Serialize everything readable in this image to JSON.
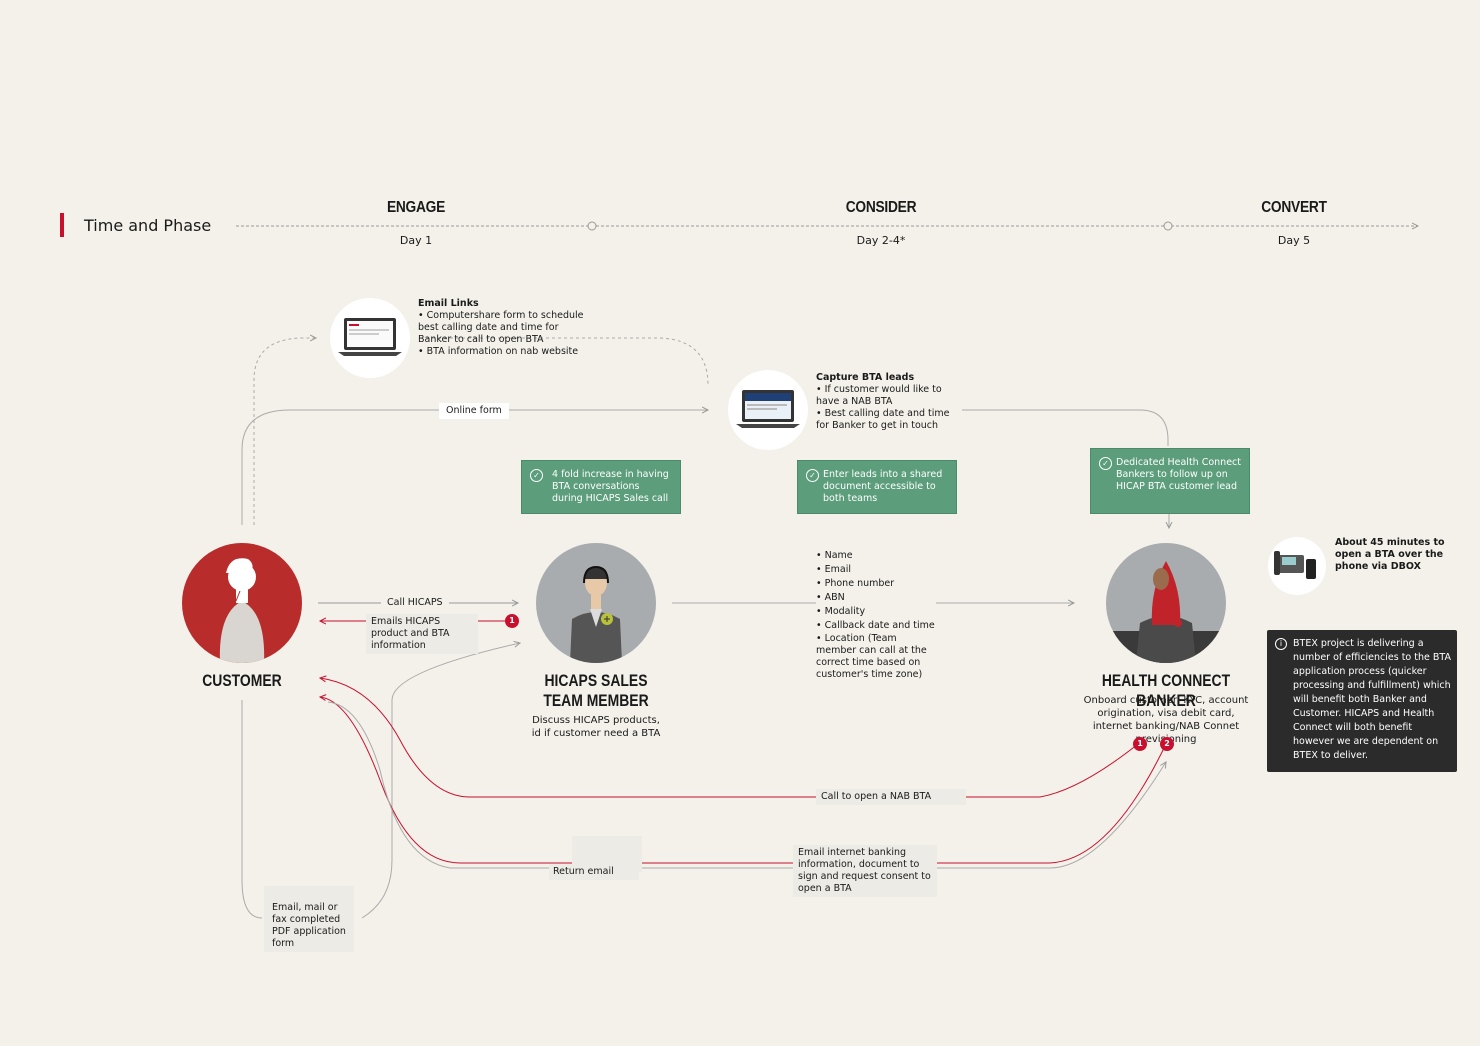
{
  "header": {
    "title": "Time and Phase",
    "phases": [
      {
        "name": "ENGAGE",
        "day": "Day 1"
      },
      {
        "name": "CONSIDER",
        "day": "Day 2-4*"
      },
      {
        "name": "CONVERT",
        "day": "Day 5"
      }
    ]
  },
  "email_links": {
    "title": "Email Links",
    "items": [
      "Computershare form to schedule best calling date and time for Banker to call to open BTA",
      "BTA information on nab website"
    ]
  },
  "online_form_label": "Online form",
  "capture": {
    "title": "Capture BTA leads",
    "items": [
      "If customer would like to have a NAB BTA",
      "Best calling date and time for Banker to get in touch"
    ]
  },
  "green_boxes": [
    {
      "text": "4 fold increase in having BTA conversations during HICAPS Sales call"
    },
    {
      "text": "Enter leads into a shared document accessible to both teams"
    },
    {
      "text": "Dedicated Health Connect Bankers to follow up on HICAP BTA customer lead"
    }
  ],
  "customer": {
    "name": "CUSTOMER"
  },
  "call_hicaps_label": "Call HICAPS",
  "emails_hicaps_label": "Emails HICAPS product and BTA information",
  "hicaps": {
    "name_line1": "HICAPS SALES",
    "name_line2": "TEAM MEMBER",
    "desc": "Discuss HICAPS products, id if customer need a BTA"
  },
  "fields_list": [
    "Name",
    "Email",
    "Phone number",
    "ABN",
    "Modality",
    "Callback date and time",
    "Location (Team member can call at the correct time based on customer's time zone)"
  ],
  "banker": {
    "name": "HEALTH CONNECT BANKER",
    "desc": "Onboard customer, KYC, account origination, visa debit card, internet banking/NAB Connet previsioning"
  },
  "phone_note": "About 45 minutes to open a BTA over the phone via DBOX",
  "btex_note": "BTEX project is delivering a number of efficiencies to the BTA application process (quicker processing and fulfillment) which will benefit both Banker and Customer. HICAPS and Health Connect will both benefit however we are dependent on BTEX to deliver.",
  "call_open_label": "Call to open a NAB BTA",
  "return_email_label": "Return email",
  "email_banking_label": "Email internet banking information, document to sign and request consent to open a BTA",
  "pdf_label": "Email, mail or fax completed PDF application form",
  "badges": [
    "1",
    "1",
    "2"
  ],
  "colors": {
    "accent_red": "#c8102e",
    "green": "#5c9d7c",
    "dark_note": "#2b2b2b",
    "background": "#f4f1ea"
  }
}
